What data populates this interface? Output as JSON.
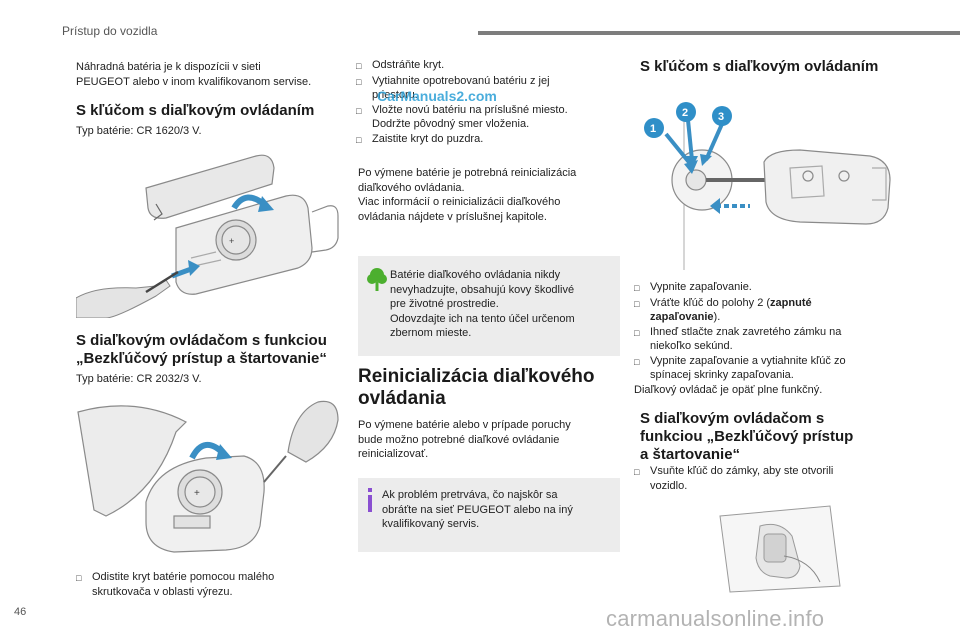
{
  "header": {
    "title": "Prístup do vozidla",
    "accent": "#7d7d7d"
  },
  "page_number": "46",
  "watermarks": {
    "top": "CarManuals2.com",
    "bottom": "carmanualsonline.info"
  },
  "col1": {
    "intro": [
      "Náhradná batéria je k dispozícii v sieti",
      "PEUGEOT alebo v inom kvalifikovanom servise."
    ],
    "h_remote": "S kľúčom s diaľkovým ovládaním",
    "battery_type_1": "Typ batérie: CR 1620/3 V.",
    "h_keyless": [
      "S diaľkovým ovládačom s funkciou",
      "„Bezkľúčový prístup a štartovanie“"
    ],
    "battery_type_2": "Typ batérie: CR 2032/3 V.",
    "step": [
      "Odistite kryt batérie pomocou malého",
      "skrutkovača v oblasti výrezu."
    ]
  },
  "col2": {
    "steps": [
      [
        "Odstráňte kryt."
      ],
      [
        "Vytiahnite opotrebovanú batériu z jej",
        "priestoru."
      ],
      [
        "Vložte novú batériu na príslušné miesto.",
        "Dodržte pôvodný smer vloženia."
      ],
      [
        "Zaistite kryt do puzdra."
      ]
    ],
    "after": [
      "Po výmene batérie je potrebná reinicializácia",
      "diaľkového ovládania.",
      "Viac informácií o reinicializácii diaľkového",
      "ovládania nájdete v príslušnej kapitole."
    ],
    "eco_note": [
      "Batérie diaľkového ovládania nikdy",
      "nevyhadzujte, obsahujú kovy škodlivé",
      "pre životné prostredie.",
      "Odovzdajte ich na tento účel určenom",
      "zbernom mieste."
    ],
    "h_reinit": [
      "Reinicializácia diaľkového",
      "ovládania"
    ],
    "reinit_text": [
      "Po výmene batérie alebo v prípade poruchy",
      "bude možno potrebné diaľkové ovládanie",
      "reinicializovať."
    ],
    "info_note": [
      "Ak problém pretrváva, čo najskôr sa",
      "obráťte na sieť PEUGEOT alebo na iný",
      "kvalifikovaný servis."
    ],
    "eco_color": "#4caf2f",
    "info_color": "#8a4fd1"
  },
  "col3": {
    "h_remote": "S kľúčom s diaľkovým ovládaním",
    "callouts": [
      "1",
      "2",
      "3"
    ],
    "steps": [
      [
        "Vypnite zapaľovanie."
      ],
      [
        "Vráťte kľúč do polohy 2 (",
        "zapnuté",
        "zapaľovanie",
        ")."
      ],
      [
        "Ihneď stlačte znak zavretého zámku na",
        "niekoľko sekúnd."
      ],
      [
        "Vypnite zapaľovanie a vytiahnite kľúč zo",
        "spínacej skrinky zapaľovania."
      ]
    ],
    "result": "Diaľkový ovládač je opäť plne funkčný.",
    "h_keyless": [
      "S diaľkovým ovládačom s",
      "funkciou „Bezkľúčový prístup",
      "a štartovanie“"
    ],
    "keyless_step": [
      "Vsuňte kľúč do zámky, aby ste otvorili",
      "vozidlo."
    ],
    "callout_color": "#2f8fc8"
  }
}
